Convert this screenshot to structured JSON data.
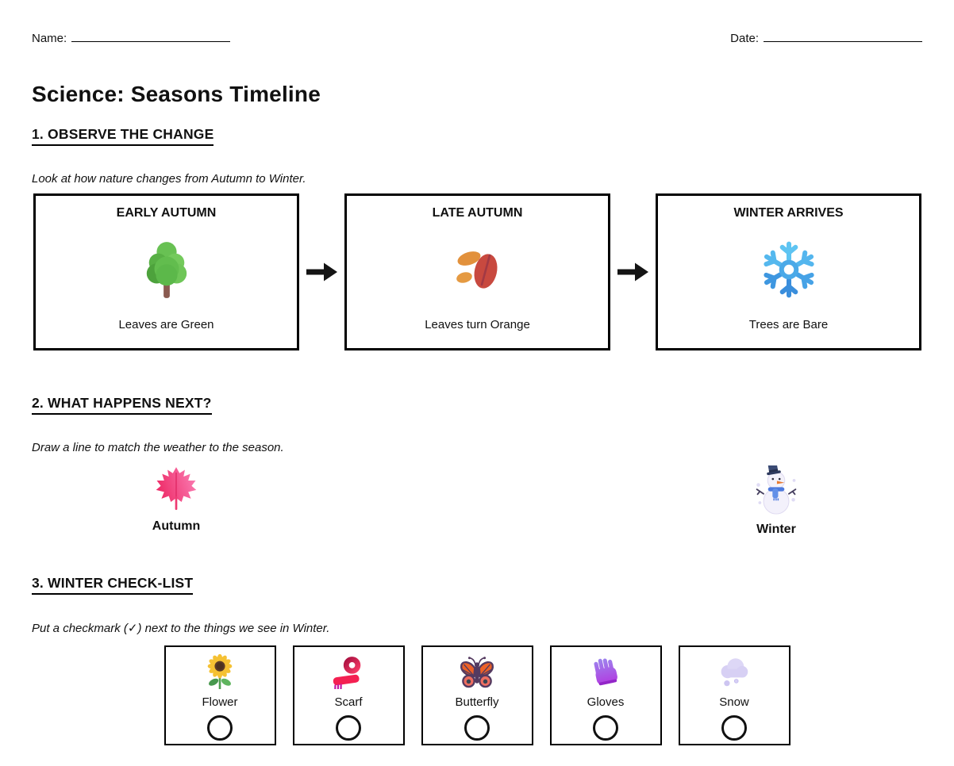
{
  "header": {
    "name_label": "Name:",
    "date_label": "Date:"
  },
  "title": "Science: Seasons Timeline",
  "section1": {
    "heading": "1. OBSERVE THE CHANGE",
    "instruction": "Look at how nature changes from Autumn to Winter.",
    "cards": [
      {
        "title": "EARLY AUTUMN",
        "icon": "tree-icon",
        "caption": "Leaves are Green"
      },
      {
        "title": "LATE AUTUMN",
        "icon": "fallen-leaves-icon",
        "caption": "Leaves turn Orange"
      },
      {
        "title": "WINTER ARRIVES",
        "icon": "snowflake-icon",
        "caption": "Trees are Bare"
      }
    ]
  },
  "section2": {
    "heading": "2. WHAT HAPPENS NEXT?",
    "instruction": "Draw a line to match the weather to the season.",
    "items": [
      {
        "label": "Autumn",
        "icon": "maple-leaf-icon"
      },
      {
        "label": "Winter",
        "icon": "snowman-icon"
      }
    ]
  },
  "section3": {
    "heading": "3. WINTER CHECK-LIST",
    "instruction": "Put a checkmark (✓) next to the things we see in Winter.",
    "items": [
      {
        "label": "Flower",
        "icon": "sunflower-icon",
        "checked": false
      },
      {
        "label": "Scarf",
        "icon": "scarf-icon",
        "checked": false
      },
      {
        "label": "Butterfly",
        "icon": "butterfly-icon",
        "checked": false
      },
      {
        "label": "Gloves",
        "icon": "gloves-icon",
        "checked": false
      },
      {
        "label": "Snow",
        "icon": "snow-cloud-icon",
        "checked": false
      }
    ]
  },
  "colors": {
    "text": "#111111",
    "border": "#000000",
    "tree_green": "#5cb84a",
    "leaf_orange": "#e2913c",
    "leaf_red": "#c8493f",
    "snowflake_blue": "#42a5e8",
    "maple_pink": "#f2467f",
    "scarf_red": "#f42052",
    "sunflower_yellow": "#f5c133",
    "butterfly_orange": "#ec6127",
    "glove_purple": "#b23ae0",
    "snow_lavender": "#d7d0f4"
  }
}
